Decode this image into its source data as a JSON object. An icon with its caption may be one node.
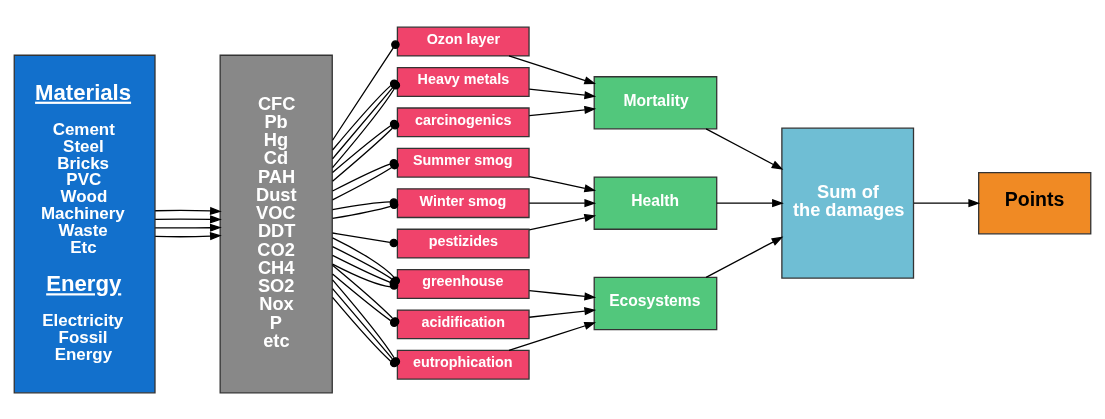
{
  "diagram": {
    "nodes": [
      {
        "text": [
          "Materials",
          "Cement Steel Bricks PVC Wood Machinery Waste Etc",
          "Energy",
          "Electricity Fossil Energy"
        ]
      },
      {
        "text": [
          "CFC Pb Hg Cd PAH Dust VOC DDT CO2 CH4 SO2 Nox P etc"
        ]
      },
      {
        "text": [
          "Ozon layer"
        ]
      },
      {
        "text": [
          "Heavy metals"
        ]
      },
      {
        "text": [
          "carcinogenics"
        ]
      },
      {
        "text": [
          "Summer smog"
        ]
      },
      {
        "text": [
          "Winter smog"
        ]
      },
      {
        "text": [
          "pestizides"
        ]
      },
      {
        "text": [
          "greenhouse"
        ]
      },
      {
        "text": [
          "acidification"
        ]
      },
      {
        "text": [
          "eutrophication"
        ]
      },
      {
        "text": [
          "Mortality"
        ]
      },
      {
        "text": [
          "Health"
        ]
      },
      {
        "text": [
          "Ecosystems"
        ]
      },
      {
        "text": [
          "Sum of the damages"
        ]
      },
      {
        "text": [
          "Points"
        ]
      }
    ],
    "edges": [
      {
        "from": 0,
        "to": 1,
        "arrow": "to"
      },
      {
        "from": 0,
        "to": 1,
        "arrow": "to"
      },
      {
        "from": 0,
        "to": 1,
        "arrow": "to"
      },
      {
        "from": 0,
        "to": 1,
        "arrow": "to"
      },
      {
        "from": 1,
        "to": 2,
        "arrow": "other"
      },
      {
        "from": 1,
        "to": 3,
        "arrow": "other"
      },
      {
        "from": 1,
        "to": 3,
        "arrow": "other"
      },
      {
        "from": 1,
        "to": 3,
        "arrow": "other"
      },
      {
        "from": 1,
        "to": 4,
        "arrow": "other"
      },
      {
        "from": 1,
        "to": 4,
        "arrow": "other"
      },
      {
        "from": 1,
        "to": 5,
        "arrow": "other"
      },
      {
        "from": 1,
        "to": 5,
        "arrow": "other"
      },
      {
        "from": 1,
        "to": 6,
        "arrow": "other"
      },
      {
        "from": 1,
        "to": 6,
        "arrow": "other"
      },
      {
        "from": 1,
        "to": 7,
        "arrow": "other"
      },
      {
        "from": 1,
        "to": 8,
        "arrow": "other"
      },
      {
        "from": 1,
        "to": 8,
        "arrow": "other"
      },
      {
        "from": 1,
        "to": 8,
        "arrow": "other"
      },
      {
        "from": 1,
        "to": 8,
        "arrow": "other"
      },
      {
        "from": 1,
        "to": 9,
        "arrow": "other"
      },
      {
        "from": 1,
        "to": 9,
        "arrow": "other"
      },
      {
        "from": 1,
        "to": 10,
        "arrow": "other"
      },
      {
        "from": 1,
        "to": 10,
        "arrow": "other"
      },
      {
        "from": 1,
        "to": 10,
        "arrow": "other"
      },
      {
        "from": 2,
        "to": 11,
        "arrow": "to"
      },
      {
        "from": 3,
        "to": 11,
        "arrow": "to"
      },
      {
        "from": 4,
        "to": 11,
        "arrow": "to"
      },
      {
        "from": 5,
        "to": 12,
        "arrow": "to"
      },
      {
        "from": 6,
        "to": 12,
        "arrow": "to"
      },
      {
        "from": 7,
        "to": 12,
        "arrow": "to"
      },
      {
        "from": 8,
        "to": 13,
        "arrow": "to"
      },
      {
        "from": 9,
        "to": 13,
        "arrow": "to"
      },
      {
        "from": 10,
        "to": 13,
        "arrow": "to"
      },
      {
        "from": 11,
        "to": 14,
        "arrow": "to"
      },
      {
        "from": 12,
        "to": 14,
        "arrow": "to"
      },
      {
        "from": 13,
        "to": 14,
        "arrow": "to"
      },
      {
        "from": 14,
        "to": 15,
        "arrow": "to"
      }
    ]
  }
}
